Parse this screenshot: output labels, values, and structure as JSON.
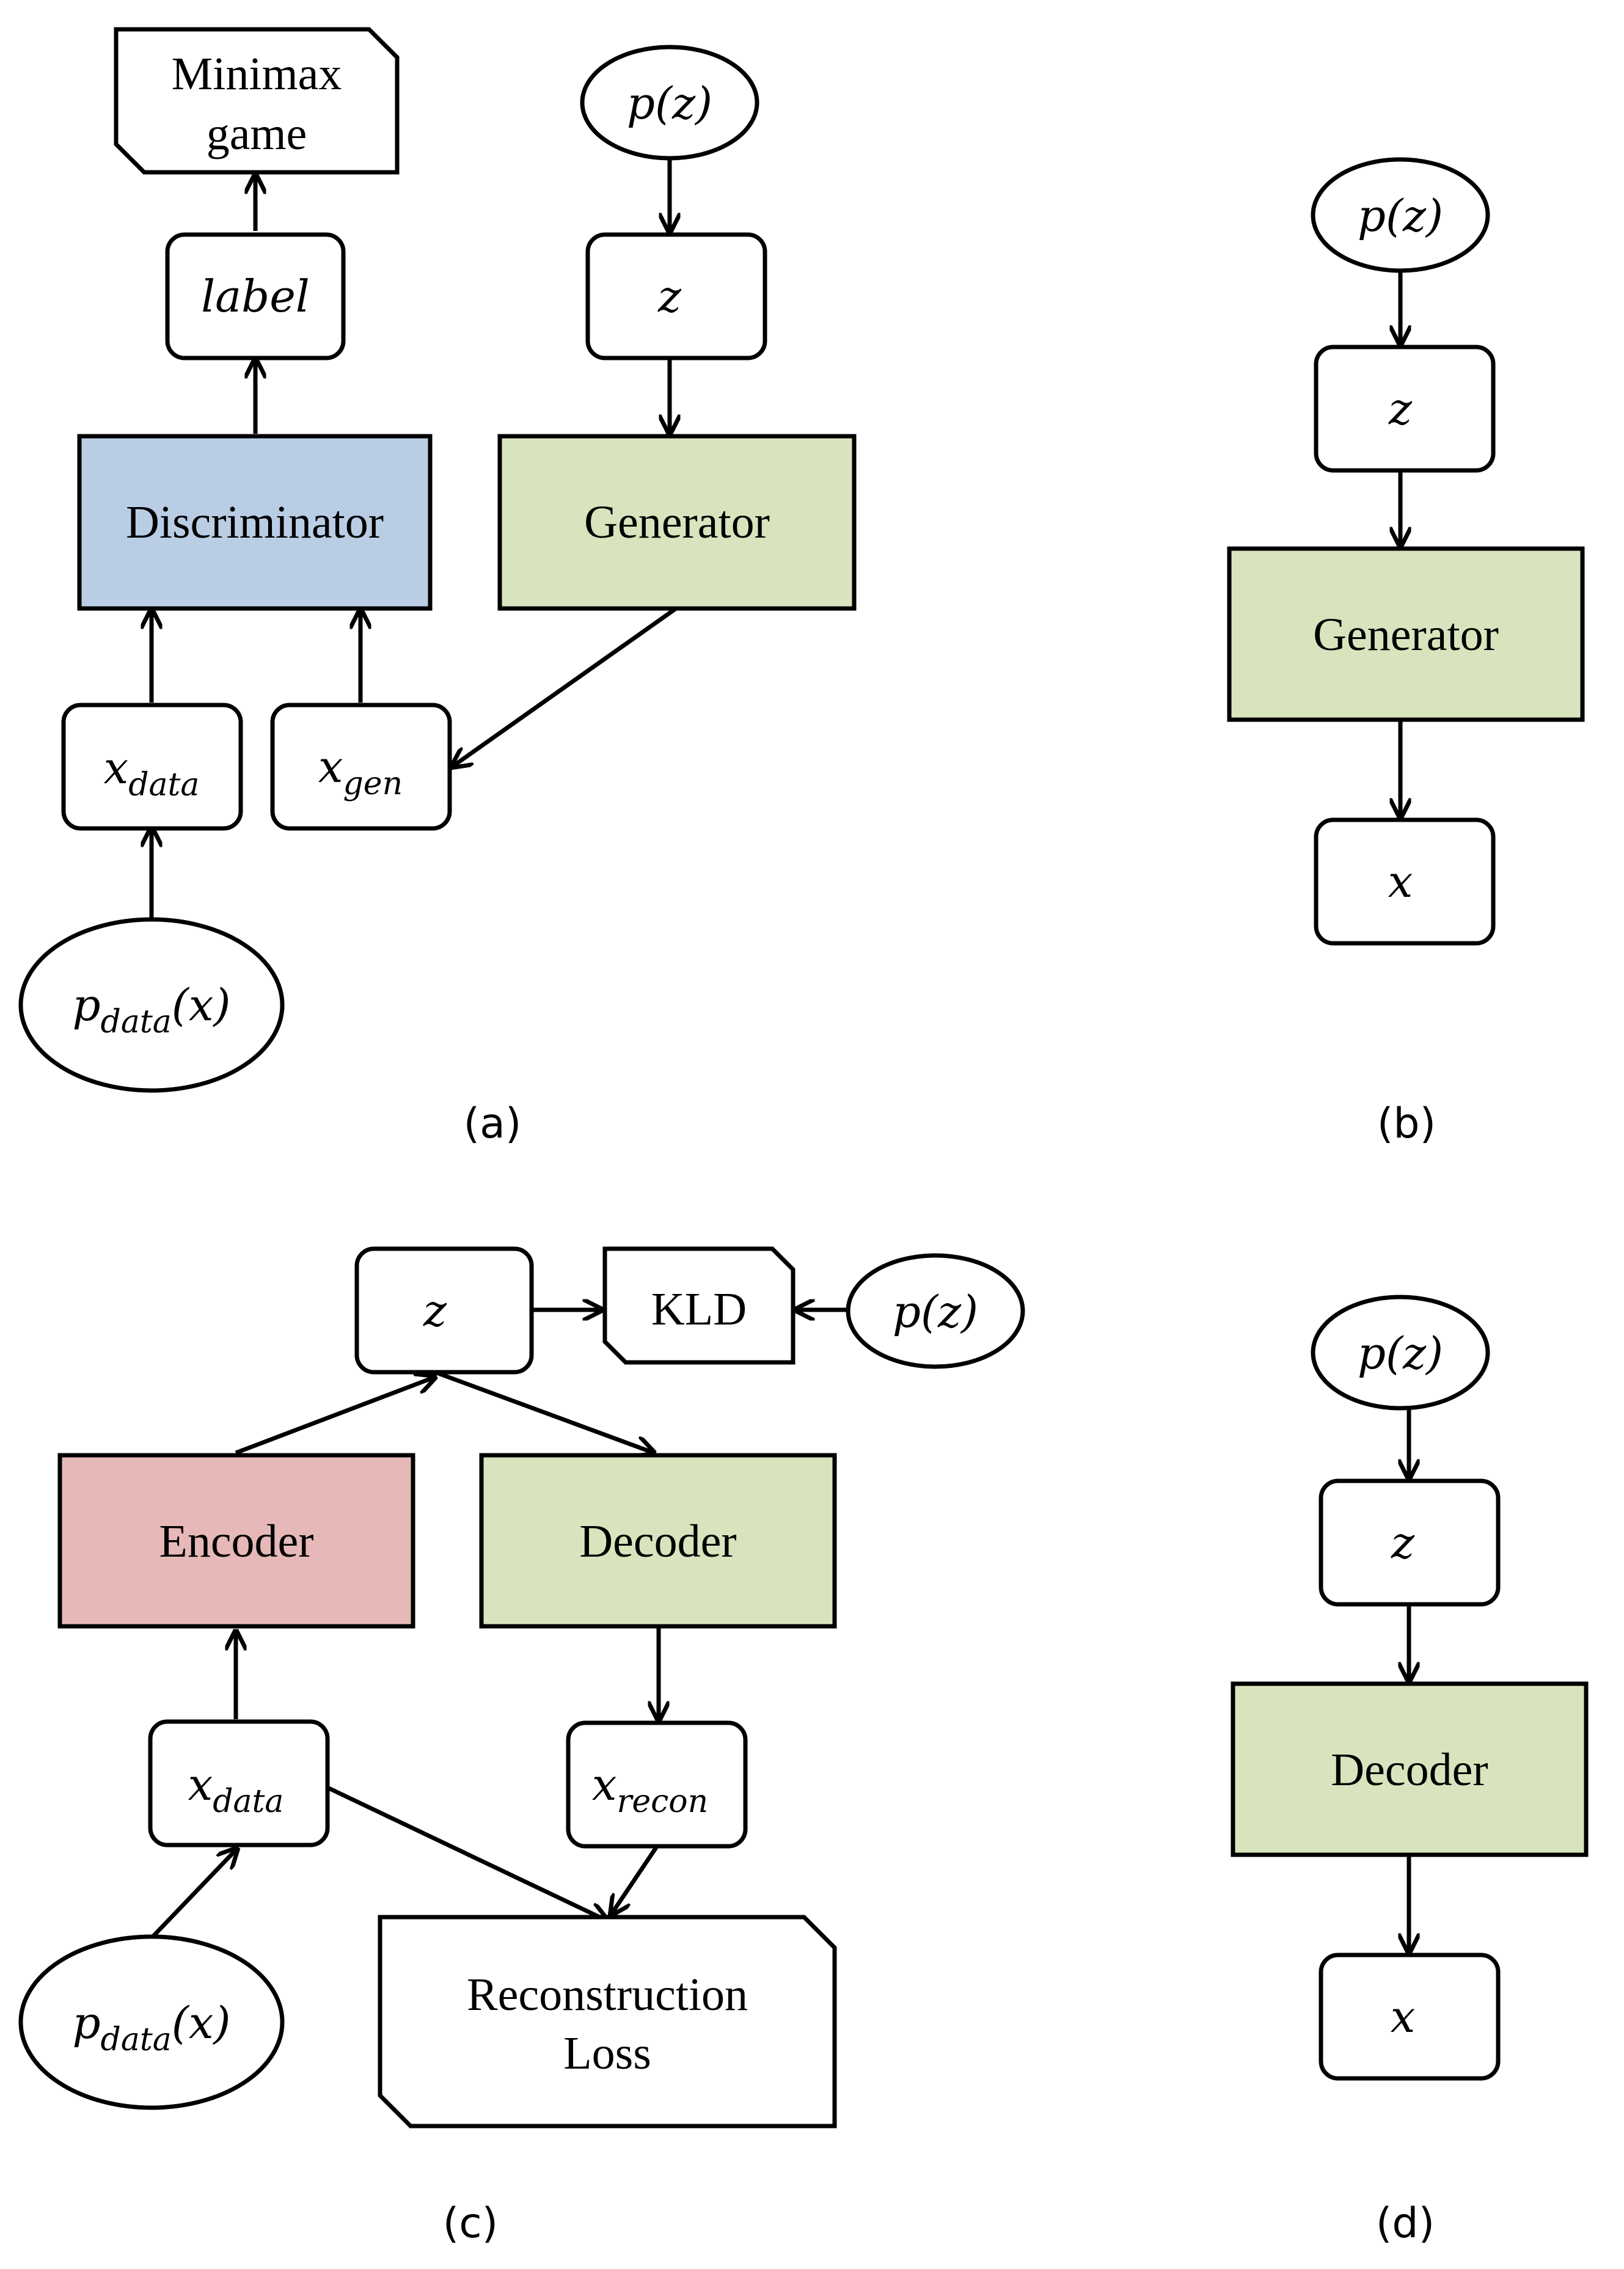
{
  "colors": {
    "discriminator": "#b9cde5",
    "generator": "#d7e4bd",
    "decoder": "#d7e4bd",
    "encoder": "#e6b9b8",
    "plain": "#ffffff",
    "stroke": "#000000"
  },
  "panel_a": {
    "caption": "(a)",
    "minimax_line1": "Minimax",
    "minimax_line2": "game",
    "p_z": {
      "base": "p(z)"
    },
    "label": {
      "base": "label"
    },
    "z": {
      "base": "z"
    },
    "discriminator": "Discriminator",
    "generator": "Generator",
    "x_data": {
      "base": "x",
      "sub": "data"
    },
    "x_gen": {
      "base": "x",
      "sub": "gen"
    },
    "p_data": {
      "base": "p",
      "sub": "data",
      "tail": "(x)"
    }
  },
  "panel_b": {
    "caption": "(b)",
    "p_z": {
      "base": "p(z)"
    },
    "z": {
      "base": "z"
    },
    "generator": "Generator",
    "x": {
      "base": "x"
    }
  },
  "panel_c": {
    "caption": "(c)",
    "z": {
      "base": "z"
    },
    "kld": "KLD",
    "p_z": {
      "base": "p(z)"
    },
    "encoder": "Encoder",
    "decoder": "Decoder",
    "x_data": {
      "base": "x",
      "sub": "data"
    },
    "x_recon": {
      "base": "x",
      "sub": "recon"
    },
    "recon_line1": "Reconstruction",
    "recon_line2": "Loss",
    "p_data": {
      "base": "p",
      "sub": "data",
      "tail": "(x)"
    }
  },
  "panel_d": {
    "caption": "(d)",
    "p_z": {
      "base": "p(z)"
    },
    "z": {
      "base": "z"
    },
    "decoder": "Decoder",
    "x": {
      "base": "x"
    }
  }
}
